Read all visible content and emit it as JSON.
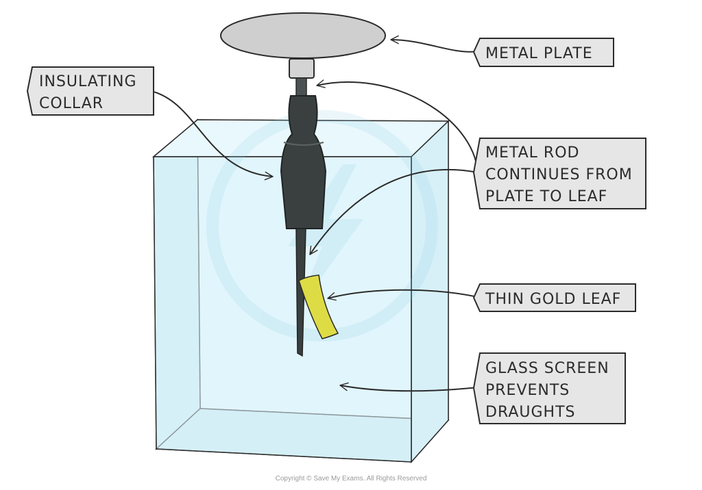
{
  "labels": {
    "insulating_collar": [
      "INSULATING",
      "COLLAR"
    ],
    "metal_plate": [
      "METAL PLATE"
    ],
    "metal_rod": [
      "METAL ROD",
      "CONTINUES FROM",
      "PLATE TO LEAF"
    ],
    "gold_leaf": [
      "THIN GOLD LEAF"
    ],
    "glass_screen": [
      "GLASS SCREEN",
      "PREVENTS",
      "DRAUGHTS"
    ]
  },
  "copyright": "Copyright © Save My Exams. All Rights Reserved",
  "colors": {
    "glass_fill": "#dff4fb",
    "glass_side": "#c9eaf4",
    "glass_stroke": "#2b2b2b",
    "plate": "#cfcfcf",
    "collar": "#3a4040",
    "rod": "#3a4040",
    "gold_leaf": "#dedc45",
    "tag_fill": "#e6e6e6"
  }
}
